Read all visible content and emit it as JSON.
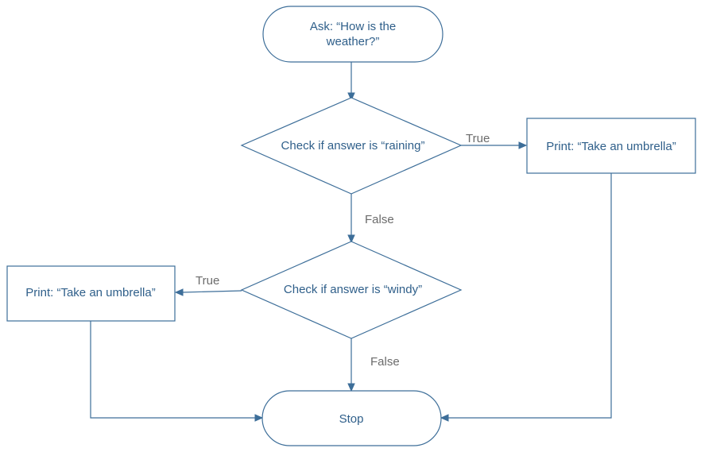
{
  "nodes": {
    "start": {
      "line1": "Ask: “How is the",
      "line2": "weather?”"
    },
    "decision_raining": {
      "label": "Check if answer is “raining”"
    },
    "print_right": {
      "label": "Print: “Take an umbrella”"
    },
    "decision_windy": {
      "label": "Check if answer is “windy”"
    },
    "print_left": {
      "label": "Print: “Take an umbrella”"
    },
    "stop": {
      "label": "Stop"
    }
  },
  "edges": {
    "raining_true": "True",
    "raining_false": "False",
    "windy_true": "True",
    "windy_false": "False"
  },
  "colors": {
    "stroke": "#3d6e99",
    "node_text": "#2f5f8a",
    "edge_label": "#6b6b6b"
  }
}
